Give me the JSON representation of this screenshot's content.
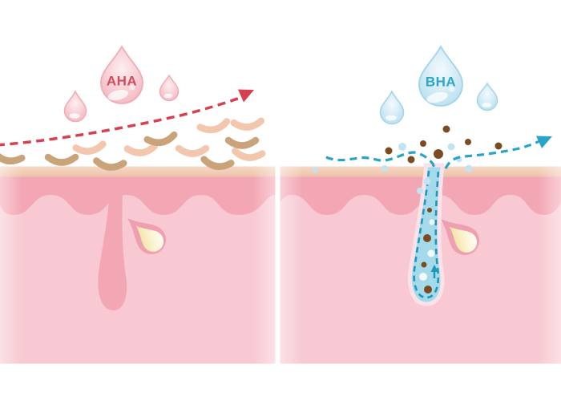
{
  "diagram": {
    "panels": [
      {
        "id": "aha",
        "label": "AHA",
        "label_color": "#d4495c",
        "arrow_color": "#d6404f",
        "droplet_body": "#f8d2d8",
        "droplet_edge": "#f0a9b5"
      },
      {
        "id": "bha",
        "label": "BHA",
        "label_color": "#2aa5cb",
        "arrow_color": "#29a4c9",
        "droplet_body": "#cde9f4",
        "droplet_edge": "#9fd3e6"
      }
    ],
    "colors": {
      "background": "#ffffff",
      "skin_surface_strip": "#f4cfba",
      "epidermis": "#f3a7b5",
      "dermis": "#f8c9d2",
      "follicle": "#f3a7b5",
      "gland_ring": "#ee9fb0",
      "sebum_yellow": "#eed685",
      "flake_tan": "#c9a47b",
      "flake_pink": "#f3c7ae",
      "impurity_brown": "#7b4b22",
      "bubble_blue": "#c2e4f1",
      "pore_fluid": "#a4dae9",
      "pore_rim": "#fbe2e8",
      "pore_dash": "#1a98be"
    }
  }
}
